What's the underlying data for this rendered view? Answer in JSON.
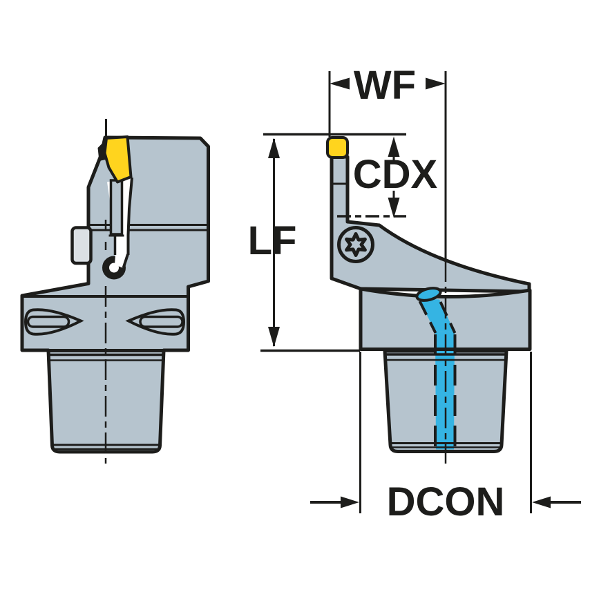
{
  "labels": {
    "wf": "WF",
    "cdx": "CDX",
    "lf": "LF",
    "dcon": "DCON"
  },
  "colors": {
    "outline": "#1d1d1b",
    "body": "#b6c4ce",
    "body_light": "#dbe0e4",
    "insert": "#ffd41e",
    "coolant": "#35b4e3",
    "background": "#ffffff"
  }
}
